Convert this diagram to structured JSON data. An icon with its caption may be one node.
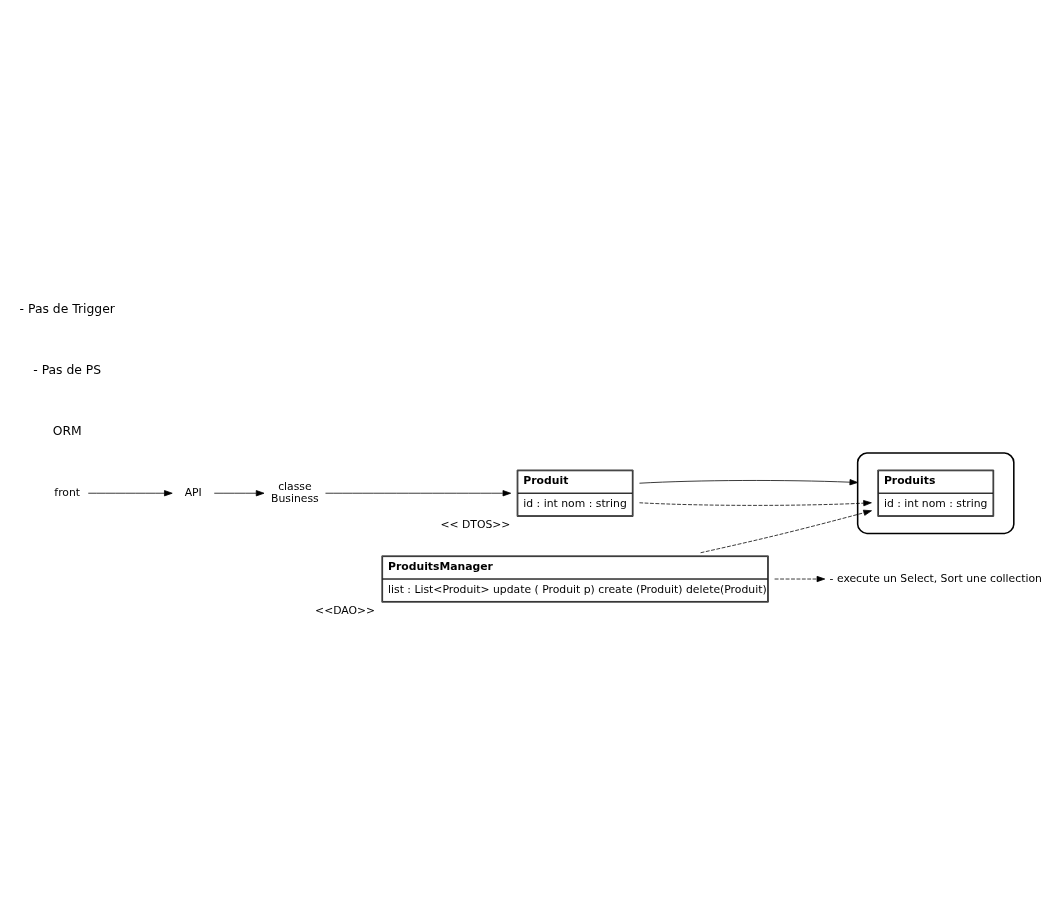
{
  "diagram": {
    "nodes": [
      {
        "text": [
          "API"
        ]
      },
      {
        "text": [
          "front"
        ]
      },
      {
        "text": [
          "classe",
          "Business"
        ]
      },
      {
        "text": [
          "ProduitsManager",
          "list : List<Produit> update ( Produit p) create (Produit) delete(Produit)"
        ],
        "beside": [
          "<<DAO>>"
        ]
      },
      {
        "text": [
          "Produit",
          "id : int nom : string"
        ],
        "beside": [
          "<< DTOS>>"
        ]
      },
      {
        "text": [],
        "shape": "cylinder"
      },
      {
        "text": [
          "Produits",
          "id : int nom : string"
        ],
        "in": 5
      },
      {
        "text": [
          "- execute un Select, Sort une collection"
        ]
      }
    ],
    "edges": [
      {
        "from": 1,
        "to": 0,
        "arrow": "to"
      },
      {
        "from": 0,
        "to": 2,
        "arrow": "to"
      },
      {
        "from": 2,
        "to": 4,
        "arrow": "to"
      },
      {
        "from": 3,
        "to": 7,
        "arrow": "to",
        "style": "dashed"
      },
      {
        "from": 3,
        "to": 6,
        "arrow": "to",
        "style": "dashed"
      },
      {
        "from": 4,
        "to": 6,
        "arrow": "to",
        "style": "dashed"
      },
      {
        "from": 4,
        "to": 5,
        "arrow": "to"
      }
    ],
    "labels": [
      "ORM",
      "- Pas de PS",
      "- Pas de Trigger"
    ]
  }
}
